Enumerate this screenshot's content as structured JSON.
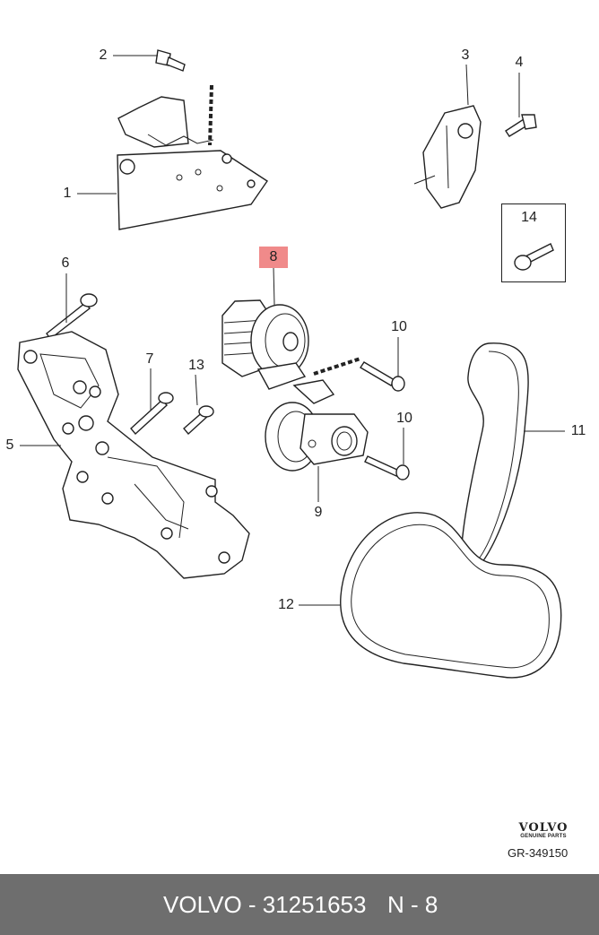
{
  "callouts": {
    "c1": "1",
    "c2": "2",
    "c3": "3",
    "c4": "4",
    "c5": "5",
    "c6": "6",
    "c7": "7",
    "c8": "8",
    "c9": "9",
    "c10a": "10",
    "c10b": "10",
    "c11": "11",
    "c12": "12",
    "c13": "13",
    "c14": "14"
  },
  "brand": {
    "logo": "VOLVO",
    "sub": "GENUINE PARTS"
  },
  "reference": "GR-349150",
  "footer": {
    "part_number": "VOLVO - 31251653",
    "position": "N - 8"
  },
  "colors": {
    "highlight": "#f08a8a",
    "footer_bg": "#6e6e6e",
    "footer_text": "#ffffff"
  }
}
